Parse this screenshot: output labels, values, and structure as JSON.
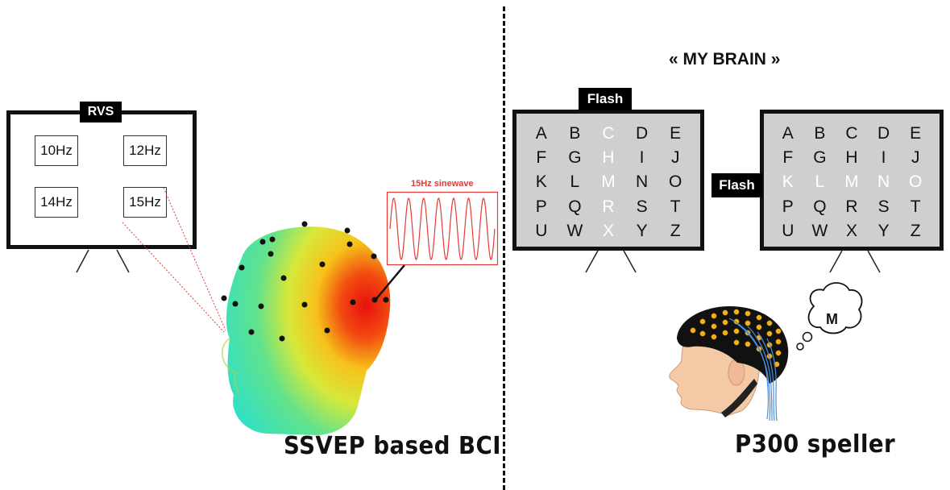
{
  "left_panel": {
    "screen_tag": "RVS",
    "frequencies": [
      "10Hz",
      "12Hz",
      "14Hz",
      "15Hz"
    ],
    "wave_label": "15Hz sinewave",
    "title": "SSVEP based BCI"
  },
  "right_panel": {
    "heading": "« MY BRAIN »",
    "column_flash_tag": "Flash",
    "row_flash_tag": "Flash",
    "letters": [
      "A",
      "B",
      "C",
      "D",
      "E",
      "F",
      "G",
      "H",
      "I",
      "J",
      "K",
      "L",
      "M",
      "N",
      "O",
      "P",
      "Q",
      "R",
      "S",
      "T",
      "U",
      "W",
      "X",
      "Y",
      "Z"
    ],
    "column_flash_letters": [
      "C",
      "H",
      "M",
      "R",
      "X"
    ],
    "row_flash_letters": [
      "K",
      "L",
      "M",
      "N",
      "O"
    ],
    "thought_letter": "M",
    "title": "P300 speller"
  },
  "colors": {
    "flash_highlight": "#ffffff",
    "grid_background": "#cfcfcf",
    "wave": "#e53935",
    "eeg_cap": "#111111",
    "electrode": "#f2b21a",
    "cable": "#4a8fe0"
  }
}
